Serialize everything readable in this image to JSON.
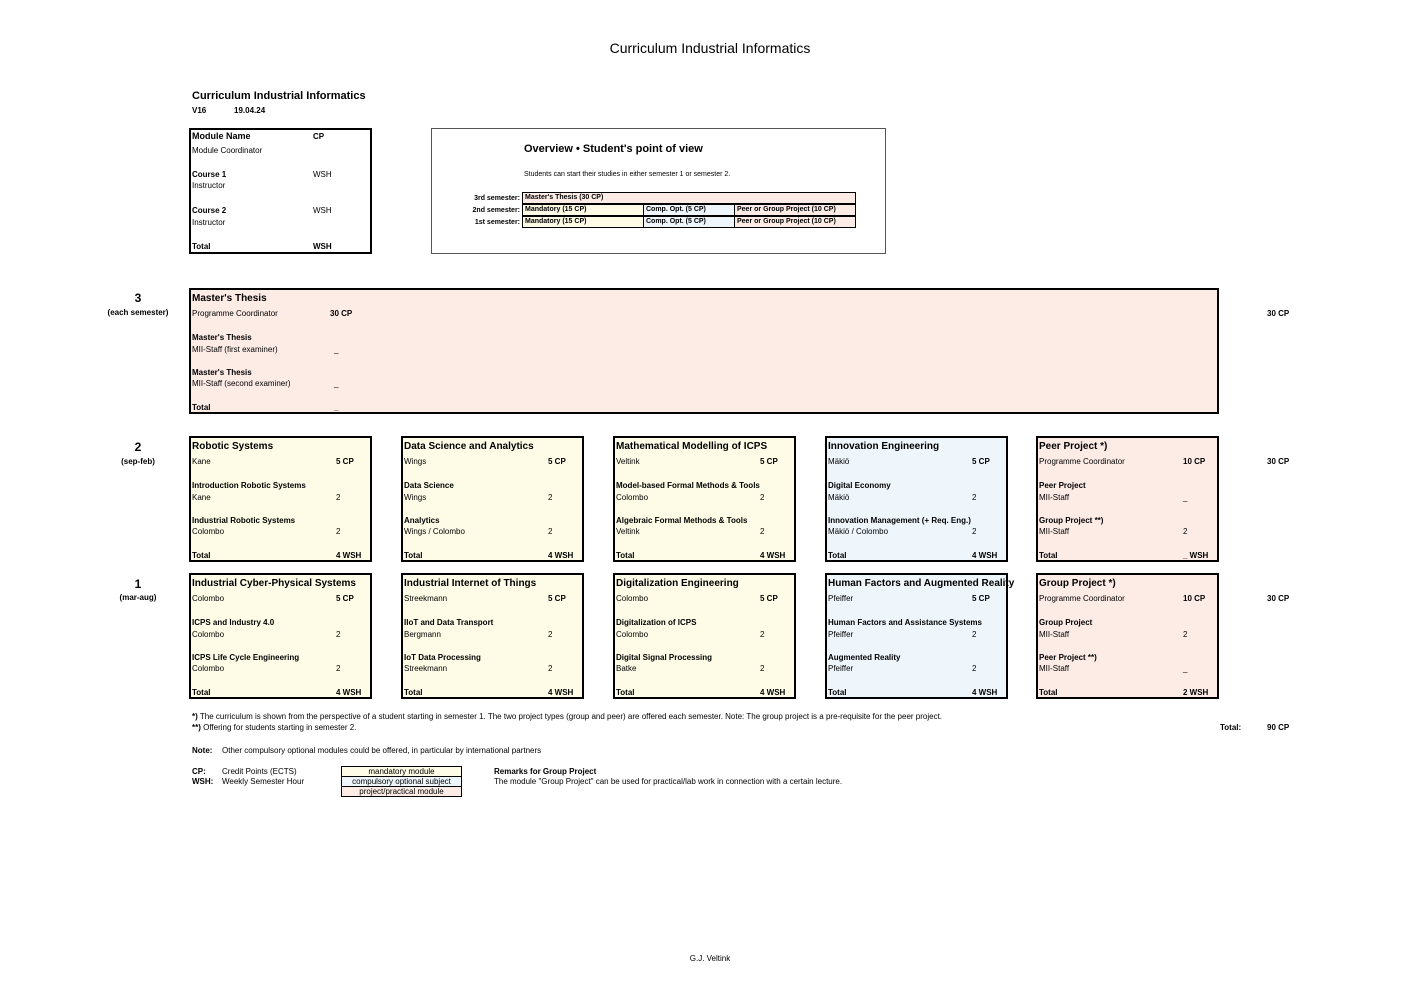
{
  "page_title": "Curriculum Industrial Informatics",
  "doc_title": "Curriculum Industrial Informatics",
  "version": "V16",
  "date": "19.04.24",
  "key_box": {
    "module_name": "Module Name",
    "cp": "CP",
    "coordinator": "Module Coordinator",
    "course1": "Course 1",
    "wsh1": "WSH",
    "instructor1": "Instructor",
    "course2": "Course 2",
    "wsh2": "WSH",
    "instructor2": "Instructor",
    "total": "Total",
    "total_wsh": "WSH"
  },
  "overview": {
    "title": "Overview • Student's point of view",
    "note": "Students can start their studies in either semester 1 or semester 2.",
    "rows": [
      {
        "label": "3rd semester:",
        "cells": [
          "Master's Thesis (30 CP)"
        ]
      },
      {
        "label": "2nd semester:",
        "cells": [
          "Mandatory (15 CP)",
          "Comp. Opt. (5 CP)",
          "Peer or Group Project (10 CP)"
        ]
      },
      {
        "label": "1st semester:",
        "cells": [
          "Mandatory (15 CP)",
          "Comp. Opt. (5 CP)",
          "Peer or Group Project (10 CP)"
        ]
      }
    ]
  },
  "semesters": [
    {
      "num": "3",
      "label": "(each semester)",
      "total": "30  CP"
    },
    {
      "num": "2",
      "label": "(sep-feb)",
      "total": "30  CP"
    },
    {
      "num": "1",
      "label": "(mar-aug)",
      "total": "30  CP"
    }
  ],
  "thesis": {
    "name": "Master's Thesis",
    "coordinator": "Programme Coordinator",
    "cp": "30  CP",
    "c1_name": "Master's Thesis",
    "c1_instr": "MII-Staff (first examiner)",
    "c1_wsh": "_",
    "c2_name": "Master's Thesis",
    "c2_instr": "MII-Staff (second examiner)",
    "c2_wsh": "_",
    "total": "Total",
    "total_wsh": "_"
  },
  "modules": [
    {
      "name": "Robotic Systems",
      "coord": "Kane",
      "cp": "5  CP",
      "c1": "Introduction Robotic Systems",
      "i1": "Kane",
      "w1": "2",
      "c2": "Industrial Robotic Systems",
      "i2": "Colombo",
      "w2": "2",
      "total": "Total",
      "twsh": "4  WSH"
    },
    {
      "name": "Data Science and Analytics",
      "coord": "Wings",
      "cp": "5  CP",
      "c1": "Data Science",
      "i1": "Wings",
      "w1": "2",
      "c2": "Analytics",
      "i2": "Wings / Colombo",
      "w2": "2",
      "total": "Total",
      "twsh": "4  WSH"
    },
    {
      "name": "Mathematical Modelling of ICPS",
      "coord": "Veltink",
      "cp": "5  CP",
      "c1": "Model-based Formal Methods & Tools",
      "i1": "Colombo",
      "w1": "2",
      "c2": "Algebraic Formal Methods & Tools",
      "i2": "Veltink",
      "w2": "2",
      "total": "Total",
      "twsh": "4  WSH"
    },
    {
      "name": "Innovation Engineering",
      "coord": "Mäkiö",
      "cp": "5  CP",
      "c1": "Digital Economy",
      "i1": "Mäkiö",
      "w1": "2",
      "c2": "Innovation Management (+ Req. Eng.)",
      "i2": "Mäkiö / Colombo",
      "w2": "2",
      "total": "Total",
      "twsh": "4  WSH"
    },
    {
      "name": "Peer Project *)",
      "coord": "Programme Coordinator",
      "cp": "10  CP",
      "c1": "Peer Project",
      "i1": "MII-Staff",
      "w1": "_",
      "c2": "Group Project **)",
      "i2": "MII-Staff",
      "w2": "2",
      "total": "Total",
      "twsh": "_  WSH"
    },
    {
      "name": "Industrial Cyber-Physical Systems",
      "coord": "Colombo",
      "cp": "5  CP",
      "c1": "ICPS and Industry 4.0",
      "i1": "Colombo",
      "w1": "2",
      "c2": "ICPS Life Cycle Engineering",
      "i2": "Colombo",
      "w2": "2",
      "total": "Total",
      "twsh": "4  WSH"
    },
    {
      "name": "Industrial Internet of Things",
      "coord": "Streekmann",
      "cp": "5  CP",
      "c1": "IIoT and Data Transport",
      "i1": "Bergmann",
      "w1": "2",
      "c2": "IoT Data Processing",
      "i2": "Streekmann",
      "w2": "2",
      "total": "Total",
      "twsh": "4  WSH"
    },
    {
      "name": "Digitalization Engineering",
      "coord": "Colombo",
      "cp": "5  CP",
      "c1": "Digitalization of ICPS",
      "i1": "Colombo",
      "w1": "2",
      "c2": "Digital Signal Processing",
      "i2": "Batke",
      "w2": "2",
      "total": "Total",
      "twsh": "4  WSH"
    },
    {
      "name": "Human Factors and Augmented Reality",
      "coord": "Pfeiffer",
      "cp": "5  CP",
      "c1": "Human Factors and Assistance Systems",
      "i1": "Pfeiffer",
      "w1": "2",
      "c2": "Augmented Reality",
      "i2": "Pfeiffer",
      "w2": "2",
      "total": "Total",
      "twsh": "4  WSH"
    },
    {
      "name": "Group Project *)",
      "coord": "Programme Coordinator",
      "cp": "10  CP",
      "c1": "Group Project",
      "i1": "MII-Staff",
      "w1": "2",
      "c2": "Peer Project **)",
      "i2": "MII-Staff",
      "w2": "_",
      "total": "Total",
      "twsh": "2  WSH"
    }
  ],
  "footnotes": {
    "fn1_mark": "*)",
    "fn1": " The curriculum is shown from the perspective of a student starting in semester 1. The two project types (group and peer) are offered each semester. Note: The group project is a pre-requisite for the peer project.",
    "fn2_mark": "**)",
    "fn2": " Offering for students starting in semester 2.",
    "total_label": "Total:",
    "total_value": "90  CP",
    "note_label": "Note:",
    "note": "Other compulsory optional modules could be offered, in particular by international partners"
  },
  "legend": {
    "cp_abbr": "CP:",
    "cp_desc": "Credit Points (ECTS)",
    "wsh_abbr": "WSH:",
    "wsh_desc": "Weekly Semester Hour",
    "mandatory": "mandatory module",
    "compulsory": "compulsory optional subject",
    "project": "project/practical module",
    "remarks_title": "Remarks for Group Project",
    "remarks": "The module \"Group Project\" can be used for practical/lab work in connection with a certain lecture."
  },
  "colors": {
    "mandatory": "#fefce6",
    "compulsory": "#eef6fc",
    "project": "#fdece6"
  },
  "author": "G.J. Veltink"
}
